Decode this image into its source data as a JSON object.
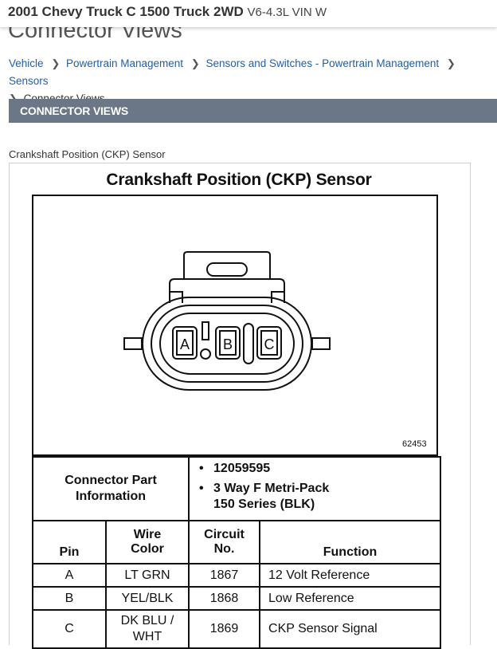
{
  "header": {
    "vehicle": "2001 Chevy Truck C 1500 Truck 2WD",
    "engine": "V6-4.3L VIN W"
  },
  "page_title": "Connector Views",
  "breadcrumb": [
    "Vehicle",
    "Powertrain Management",
    "Sensors and Switches - Powertrain Management",
    "Sensors",
    "Connector Views"
  ],
  "section_title": "CONNECTOR VIEWS",
  "figure": {
    "caption": "Crankshaft Position (CKP) Sensor",
    "title": "Crankshaft Position (CKP) Sensor",
    "number": "62453",
    "cavities": [
      "A",
      "B",
      "C"
    ]
  },
  "part_info": {
    "label_line1": "Connector Part",
    "label_line2": "Information",
    "part_number": "12059595",
    "desc_line1": "3 Way F Metri-Pack",
    "desc_line2": "150 Series (BLK)"
  },
  "pin_table": {
    "headers": {
      "pin": "Pin",
      "wire_line1": "Wire",
      "wire_line2": "Color",
      "circuit_line1": "Circuit",
      "circuit_line2": "No.",
      "function": "Function"
    },
    "rows": [
      {
        "pin": "A",
        "color1": "LT GRN",
        "color2": "",
        "circuit": "1867",
        "function": "12 Volt Reference"
      },
      {
        "pin": "B",
        "color1": "YEL/BLK",
        "color2": "",
        "circuit": "1868",
        "function": "Low Reference"
      },
      {
        "pin": "C",
        "color1": "DK BLU /",
        "color2": "WHT",
        "circuit": "1869",
        "function": "CKP Sensor Signal"
      }
    ]
  }
}
